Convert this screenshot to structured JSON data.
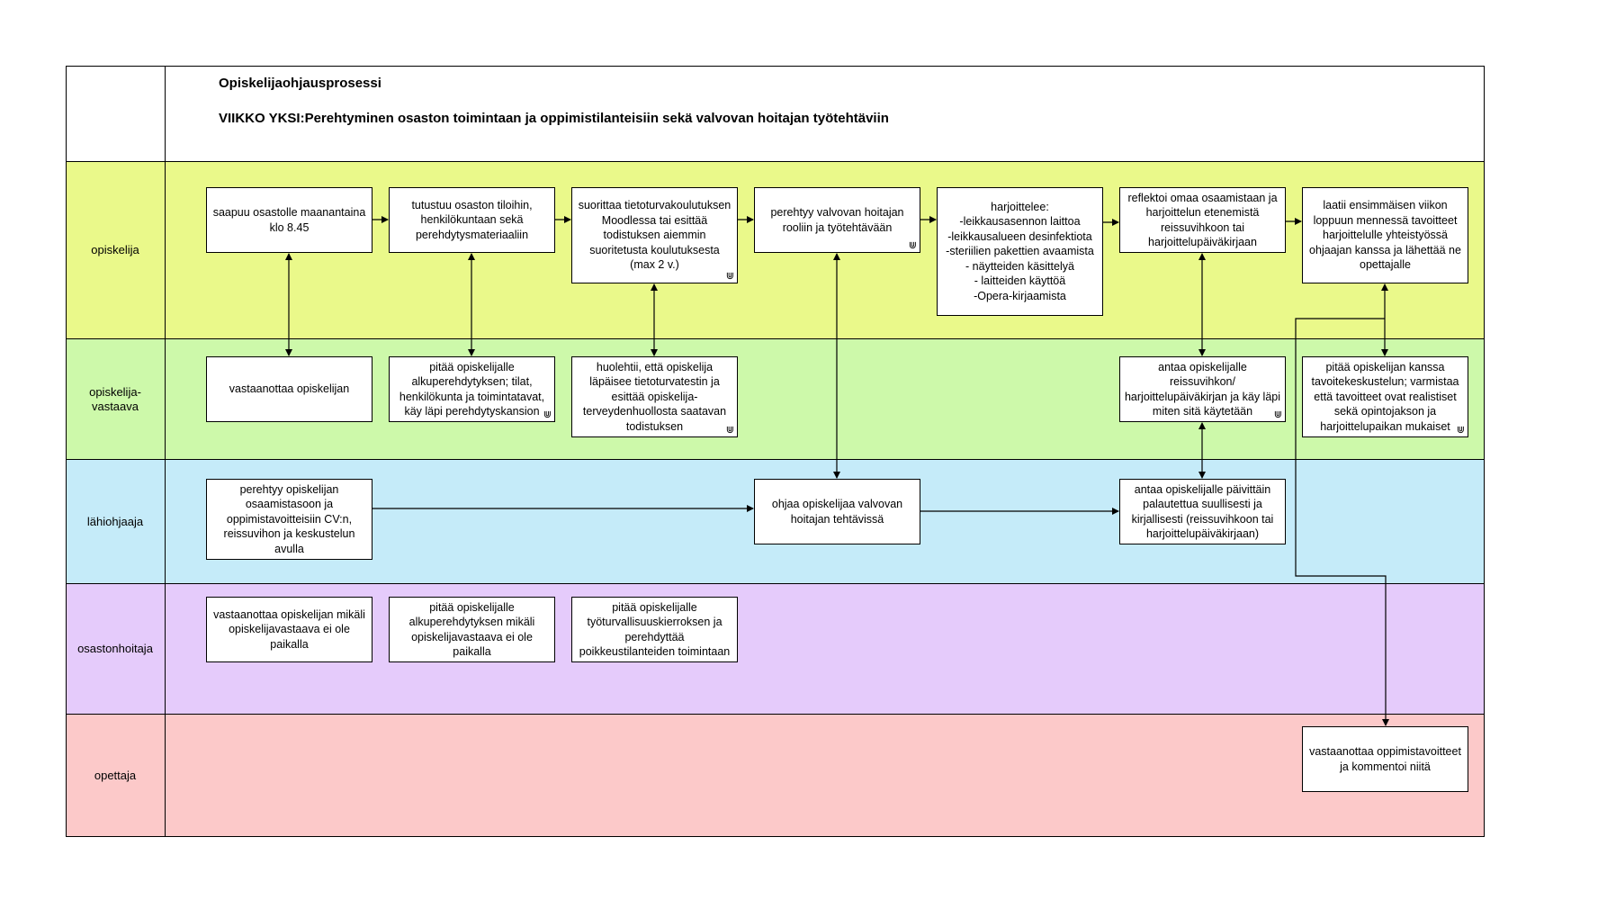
{
  "header": {
    "title": "Opiskelijaohjausprosessi",
    "subtitle": "VIIKKO YKSI:Perehtyminen osaston toimintaan ja oppimistilanteisiin sekä valvovan hoitajan työtehtäviin"
  },
  "lanes": [
    {
      "label": "opiskelija",
      "color": "#eaf98a"
    },
    {
      "label": "opiskelija-\nvastaava",
      "color": "#cdf9aa"
    },
    {
      "label": "lähiohjaaja",
      "color": "#c5ebf9"
    },
    {
      "label": "osastonhoitaja",
      "color": "#e5cbfb"
    },
    {
      "label": "opettaja",
      "color": "#fcc9c9"
    }
  ],
  "boxes": {
    "b1": "saapuu osastolle maanantaina klo 8.45",
    "b2": "tutustuu osaston tiloihin, henkilökuntaan sekä perehdytysmateriaaliin",
    "b3": "suorittaa tietoturvakoulutuksen Moodlessa tai esittää todistuksen aiemmin suoritetusta koulutuksesta (max 2 v.)",
    "b4": "perehtyy valvovan hoitajan rooliin ja työtehtävään",
    "b5": "harjoittelee:\n-leikkausasennon laittoa\n-leikkausalueen desinfektiota\n-steriilien pakettien avaamista\n- näytteiden käsittelyä\n- laitteiden käyttöä\n-Opera-kirjaamista",
    "b6": "reflektoi omaa osaamistaan ja harjoittelun etenemistä reissuvihkoon tai harjoittelupäiväkirjaan",
    "b7": "laatii ensimmäisen viikon loppuun mennessä tavoitteet harjoittelulle yhteistyössä ohjaajan kanssa ja lähettää ne opettajalle",
    "v1": "vastaanottaa opiskelijan",
    "v2": "pitää opiskelijalle alkuperehdytyksen;  tilat, henkilökunta ja toimintatavat, käy läpi perehdytyskansion",
    "v3": "huolehtii, että opiskelija läpäisee tietoturvatestin ja esittää opiskelija-terveydenhuollosta saatavan todistuksen",
    "v4": "antaa opiskelijalle reissuvihkon/ harjoittelupäiväkirjan ja käy läpi miten sitä käytetään",
    "v5": "pitää opiskelijan kanssa tavoitekeskustelun; varmistaa että tavoitteet ovat realistiset sekä opintojakson ja harjoittelupaikan mukaiset",
    "l1": "perehtyy opiskelijan osaamistasoon ja oppimistavoitteisiin CV:n, reissuvihon ja keskustelun avulla",
    "l2": "ohjaa opiskelijaa valvovan hoitajan tehtävissä",
    "l3": "antaa opiskelijalle päivittäin palautettua suullisesti ja kirjallisesti (reissuvihkoon tai harjoittelupäiväkirjaan)",
    "o1": "vastaanottaa opiskelijan mikäli opiskelijavastaava ei ole paikalla",
    "o2": "pitää opiskelijalle alkuperehdytyksen mikäli opiskelijavastaava ei ole paikalla",
    "o3": "pitää opiskelijalle työturvallisuuskierroksen ja perehdyttää poikkeustilanteiden toimintaan",
    "t1": "vastaanottaa oppimistavoitteet ja kommentoi niitä"
  },
  "icons": {
    "attachment": "hyperlink-icon"
  }
}
